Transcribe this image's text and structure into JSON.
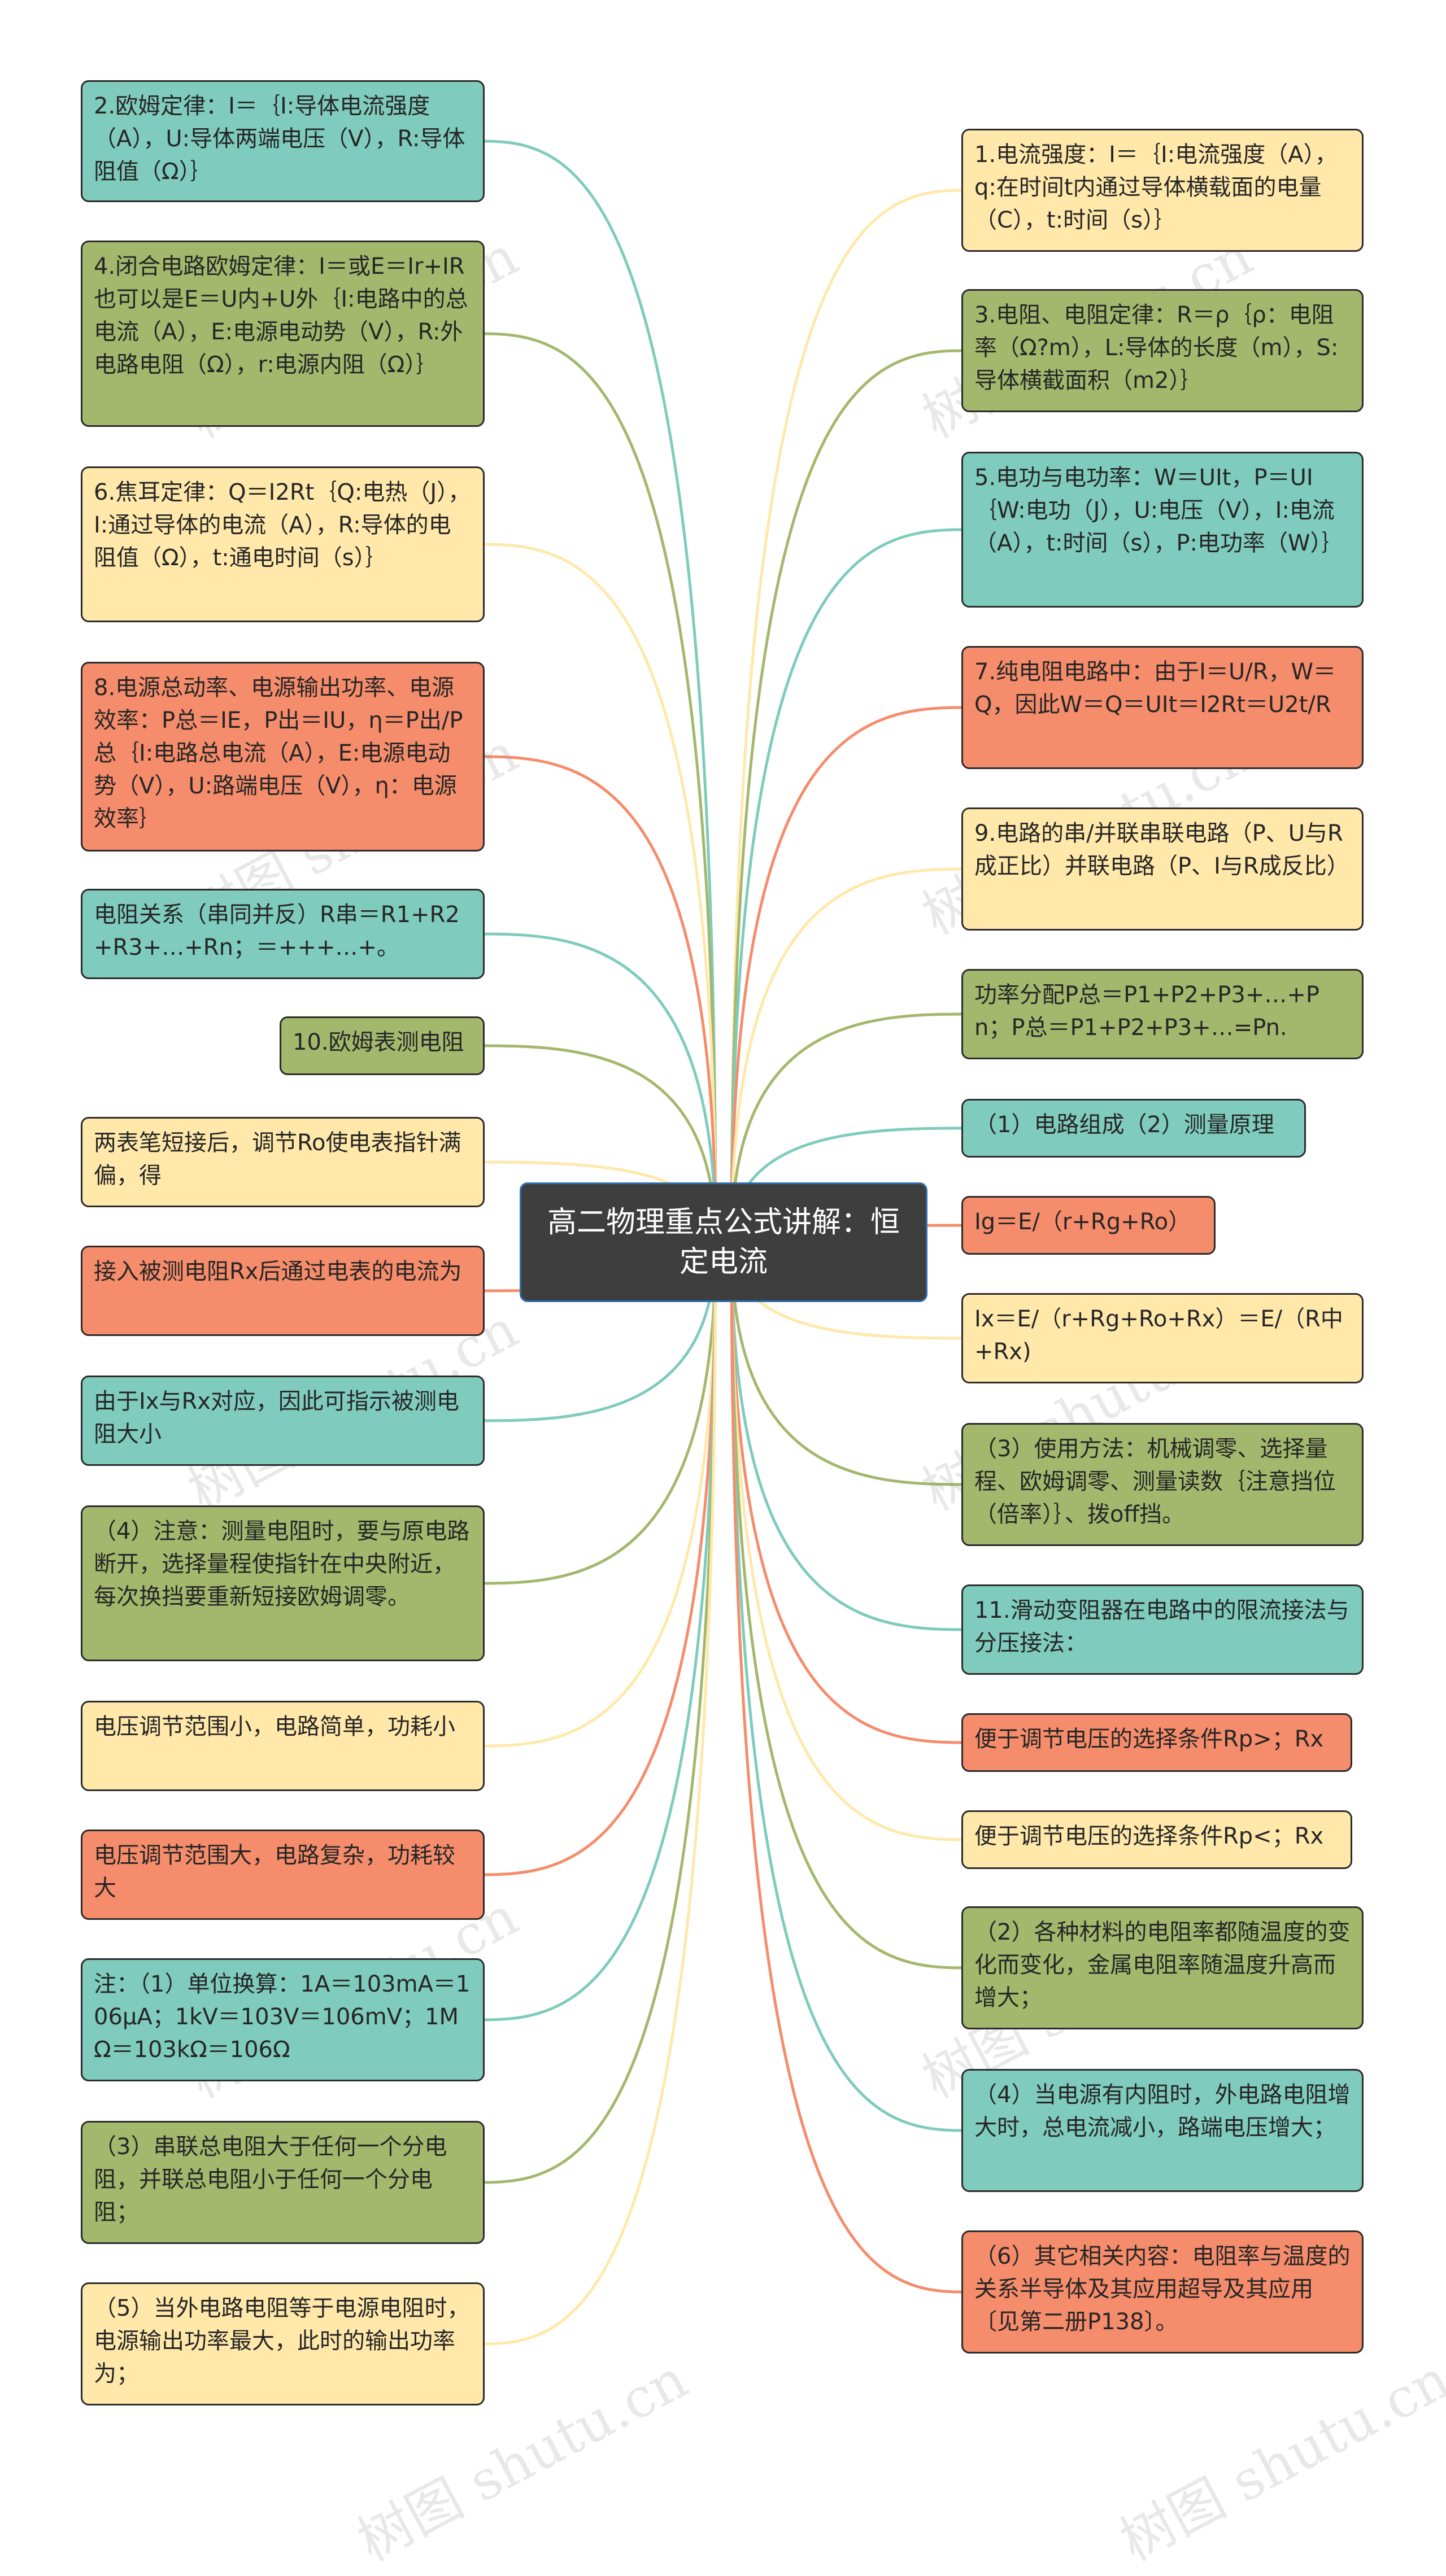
{
  "central_topic": "高二物理重点公式讲解：恒定电流",
  "watermark_text": "树图 shutu.cn",
  "colors": {
    "yellow": "#ffe8aa",
    "green": "#a3b86d",
    "teal": "#7fcbbd",
    "orange": "#f58c6b",
    "center_bg": "#3e3e3e",
    "center_border": "#2f6fb0"
  },
  "left_nodes": [
    {
      "color": "teal",
      "text": "2.欧姆定律：I＝｛I:导体电流强度（A），U:导体两端电压（V），R:导体阻值（Ω）｝"
    },
    {
      "color": "green",
      "text": "4.闭合电路欧姆定律：I＝或E＝Ir+IR也可以是E＝U内+U外｛I:电路中的总电流（A），E:电源电动势（V），R:外电路电阻（Ω），r:电源内阻（Ω）｝"
    },
    {
      "color": "yellow",
      "text": "6.焦耳定律：Q＝I2Rt｛Q:电热（J），I:通过导体的电流（A），R:导体的电阻值（Ω），t:通电时间（s）｝"
    },
    {
      "color": "orange",
      "text": "8.电源总动率、电源输出功率、电源效率：P总＝IE，P出＝IU，η＝P出/P总｛I:电路总电流（A），E:电源电动势（V），U:路端电压（V），η：电源效率｝"
    },
    {
      "color": "teal",
      "text": "电阻关系（串同并反）R串＝R1+R2+R3+…+Rn；＝+++…+。"
    },
    {
      "color": "green",
      "text": "10.欧姆表测电阻"
    },
    {
      "color": "yellow",
      "text": "两表笔短接后，调节Ro使电表指针满偏，得"
    },
    {
      "color": "orange",
      "text": "接入被测电阻Rx后通过电表的电流为"
    },
    {
      "color": "teal",
      "text": "由于Ix与Rx对应，因此可指示被测电阻大小"
    },
    {
      "color": "green",
      "text": "（4）注意：测量电阻时，要与原电路断开，选择量程使指针在中央附近，每次换挡要重新短接欧姆调零。"
    },
    {
      "color": "yellow",
      "text": "电压调节范围小，电路简单，功耗小"
    },
    {
      "color": "orange",
      "text": "电压调节范围大，电路复杂，功耗较大"
    },
    {
      "color": "teal",
      "text": "注：（1）单位换算：1A＝103mA＝106μA；1kV＝103V＝106mV；1MΩ＝103kΩ＝106Ω"
    },
    {
      "color": "green",
      "text": "（3）串联总电阻大于任何一个分电阻，并联总电阻小于任何一个分电阻；"
    },
    {
      "color": "yellow",
      "text": "（5）当外电路电阻等于电源电阻时，电源输出功率最大，此时的输出功率为；"
    }
  ],
  "right_nodes": [
    {
      "color": "yellow",
      "text": "1.电流强度：I＝｛I:电流强度（A），q:在时间t内通过导体横载面的电量（C），t:时间（s）｝"
    },
    {
      "color": "green",
      "text": "3.电阻、电阻定律：R＝ρ｛ρ：电阻率（Ω?m），L:导体的长度（m），S:导体横截面积（m2）｝"
    },
    {
      "color": "teal",
      "text": "5.电功与电功率：W＝UIt，P＝UI｛W:电功（J），U:电压（V），I:电流（A），t:时间（s），P:电功率（W）｝"
    },
    {
      "color": "orange",
      "text": "7.纯电阻电路中：由于I＝U/R，W＝Q，因此W＝Q＝UIt＝I2Rt＝U2t/R"
    },
    {
      "color": "yellow",
      "text": "9.电路的串/并联串联电路（P、U与R成正比）并联电路（P、I与R成反比）"
    },
    {
      "color": "green",
      "text": "功率分配P总＝P1+P2+P3+…+Pn；P总＝P1+P2+P3+…=Pn."
    },
    {
      "color": "teal",
      "text": "（1）电路组成（2）测量原理"
    },
    {
      "color": "orange",
      "text": "Ig＝E/（r+Rg+Ro）"
    },
    {
      "color": "yellow",
      "text": "Ix＝E/（r+Rg+Ro+Rx）＝E/（R中+Rx)"
    },
    {
      "color": "green",
      "text": "（3）使用方法：机械调零、选择量程、欧姆调零、测量读数｛注意挡位（倍率）｝、拨off挡。"
    },
    {
      "color": "teal",
      "text": "11.滑动变阻器在电路中的限流接法与分压接法："
    },
    {
      "color": "orange",
      "text": "便于调节电压的选择条件Rp>；Rx"
    },
    {
      "color": "yellow",
      "text": "便于调节电压的选择条件Rp<；Rx"
    },
    {
      "color": "green",
      "text": "（2）各种材料的电阻率都随温度的变化而变化，金属电阻率随温度升高而增大；"
    },
    {
      "color": "teal",
      "text": "（4）当电源有内阻时，外电路电阻增大时，总电流减小，路端电压增大；"
    },
    {
      "color": "orange",
      "text": "（6）其它相关内容：电阻率与温度的关系半导体及其应用超导及其应用〔见第二册P138〕。"
    }
  ]
}
